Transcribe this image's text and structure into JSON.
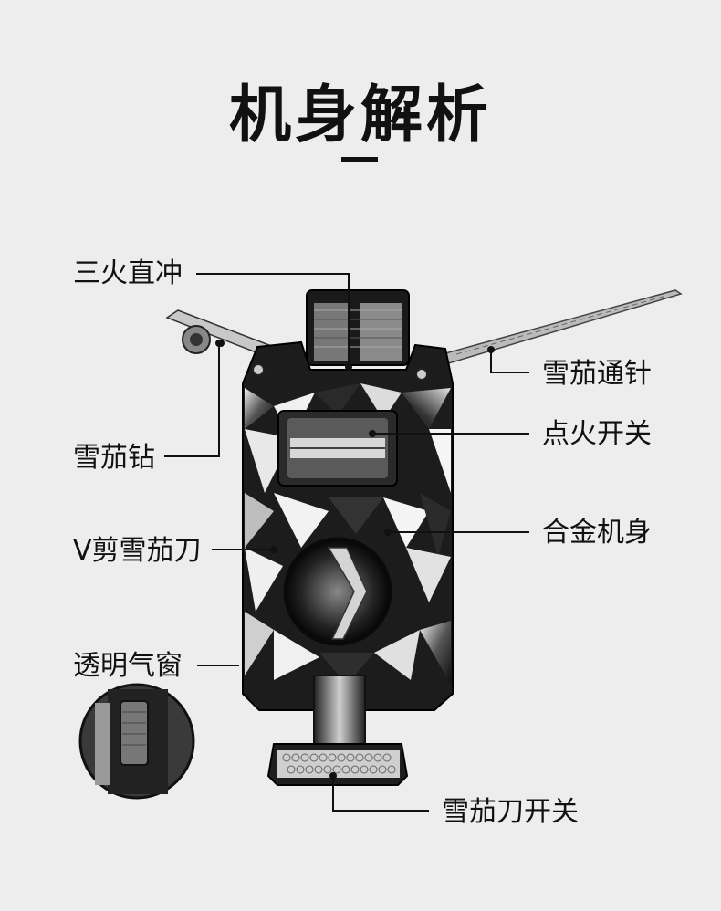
{
  "title": "机身解析",
  "labels": {
    "triple_flame": "三火直冲",
    "cigar_drill": "雪茄钻",
    "v_cutter": "V剪雪茄刀",
    "window": "透明气窗",
    "cigar_needle": "雪茄通针",
    "ignition_switch": "点火开关",
    "alloy_body": "合金机身",
    "cutter_switch": "雪茄刀开关"
  },
  "colors": {
    "background": "#ededed",
    "text": "#111111",
    "body_dark": "#1a1a1a",
    "body_light": "#cfcfcf"
  },
  "icons": [
    "lighter-product-image",
    "window-magnifier-icon"
  ]
}
